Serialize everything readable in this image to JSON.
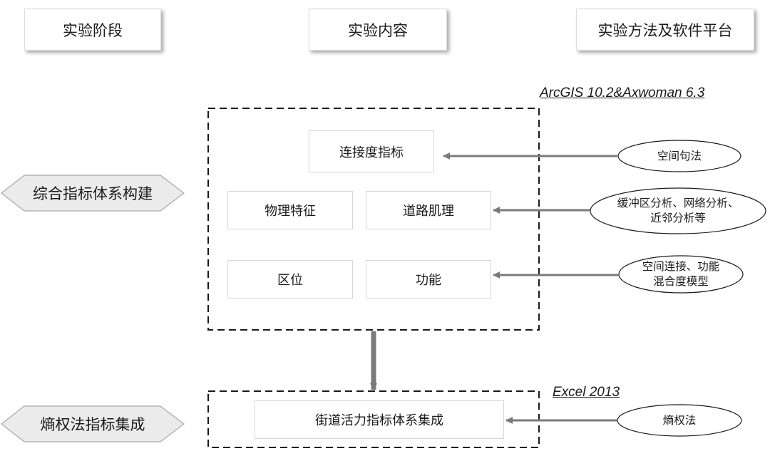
{
  "header": {
    "stage": "实验阶段",
    "content": "实验内容",
    "method": "实验方法及软件平台"
  },
  "stages": {
    "stage1": "综合指标体系构建",
    "stage2": "熵权法指标集成"
  },
  "tools": {
    "tool1": "ArcGIS 10.2&Axwoman 6.3",
    "tool2": "Excel 2013"
  },
  "indicators": {
    "connectivity": "连接度指标",
    "physical": "物理特征",
    "texture": "道路肌理",
    "location": "区位",
    "function": "功能",
    "integration": "街道活力指标体系集成"
  },
  "methods": {
    "space_syntax": "空间句法",
    "buffer_line1": "缓冲区分析、网络分析、",
    "buffer_line2": "近邻分析等",
    "mix_line1": "空间连接、功能",
    "mix_line2": "混合度模型",
    "entropy": "熵权法"
  }
}
